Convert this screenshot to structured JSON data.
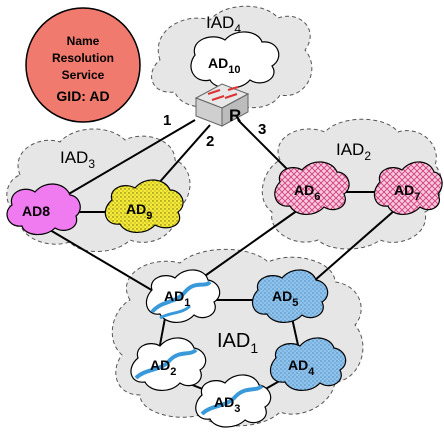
{
  "nrs": {
    "line1": "Name",
    "line2": "Resolution",
    "line3": "Service",
    "gid": "GID: AD",
    "fill": "#f07a6d"
  },
  "router": {
    "label": "R"
  },
  "link_labels": {
    "l1": "1",
    "l2": "2",
    "l3": "3"
  },
  "iads": {
    "iad4": {
      "base": "IAD",
      "sub": "4"
    },
    "iad3": {
      "base": "IAD",
      "sub": "3"
    },
    "iad2": {
      "base": "IAD",
      "sub": "2"
    },
    "iad1": {
      "base": "IAD",
      "sub": "1"
    }
  },
  "ads": {
    "ad10": {
      "base": "AD",
      "sub": "10",
      "fill": "#ffffff"
    },
    "ad8": {
      "base": "AD8",
      "sub": "",
      "fill": "#f07af0"
    },
    "ad9": {
      "base": "AD",
      "sub": "9",
      "fill": "#f5ea3a"
    },
    "ad6": {
      "base": "AD",
      "sub": "6",
      "fill": "#f8c8e0"
    },
    "ad7": {
      "base": "AD",
      "sub": "7",
      "fill": "#f8c8e0"
    },
    "ad1": {
      "base": "AD",
      "sub": "1",
      "fill": "#ffffff"
    },
    "ad5": {
      "base": "AD",
      "sub": "5",
      "fill": "#8fc3ec"
    },
    "ad2": {
      "base": "AD",
      "sub": "2",
      "fill": "#ffffff"
    },
    "ad4": {
      "base": "AD",
      "sub": "4",
      "fill": "#8fc3ec"
    },
    "ad3": {
      "base": "AD",
      "sub": "3",
      "fill": "#ffffff"
    }
  }
}
